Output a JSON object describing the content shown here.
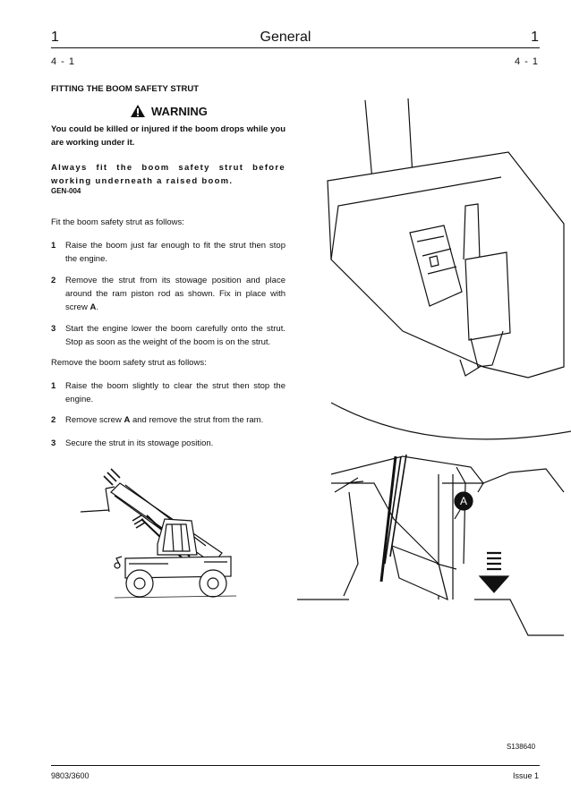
{
  "header": {
    "left_number": "1",
    "title": "General",
    "right_number": "1",
    "sub_left": "4 - 1",
    "sub_right": "4 - 1"
  },
  "section_title": "FITTING THE BOOM SAFETY STRUT",
  "warning": {
    "label": "WARNING",
    "icon": "warning-triangle-icon",
    "line1": "You could be killed or injured if the boom drops while you are working under it.",
    "line2": "Always fit the boom safety strut before working underneath a raised boom.",
    "code": "GEN-004"
  },
  "fit": {
    "intro": "Fit the boom safety strut as follows:",
    "steps": [
      {
        "num": "1",
        "text": "Raise the boom just far enough to fit the strut then stop the engine."
      },
      {
        "num": "2",
        "text_before": "Remove the strut from its stowage position and place around the ram piston rod as shown. Fix in place with screw ",
        "bold": "A",
        "text_after": "."
      },
      {
        "num": "3",
        "text": "Start the engine lower the boom carefully onto the strut. Stop as soon as the weight of the boom is on the strut."
      }
    ]
  },
  "remove": {
    "intro": "Remove the boom safety strut as follows:",
    "steps": [
      {
        "num": "1",
        "text": "Raise the boom slightly to clear the strut then stop the engine."
      },
      {
        "num": "2",
        "text_before": "Remove screw ",
        "bold": "A",
        "text_after": " and remove the strut from the ram."
      },
      {
        "num": "3",
        "text": "Secure the strut in its stowage position."
      }
    ]
  },
  "figure": {
    "callout": "A",
    "code": "S138640"
  },
  "footer": {
    "left": "9803/3600",
    "right": "Issue 1"
  }
}
